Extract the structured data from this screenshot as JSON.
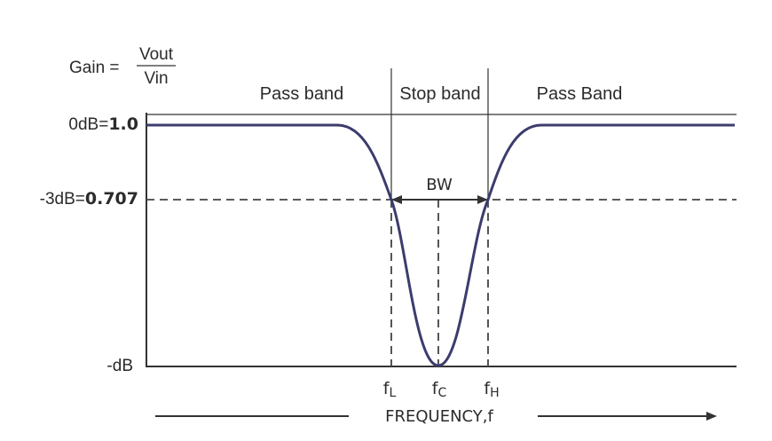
{
  "gain": {
    "label": "Gain =",
    "numerator": "Vout",
    "denominator": "Vin"
  },
  "regions": {
    "left": "Pass band",
    "middle": "Stop band",
    "right": "Pass Band"
  },
  "y_labels": {
    "top": {
      "prefix": "0dB=",
      "value": "1.0"
    },
    "mid": {
      "prefix": "-3dB=",
      "value": "0.707"
    },
    "bottom": {
      "prefix": "-dB"
    }
  },
  "bandwidth_label": "BW",
  "freq_markers": [
    {
      "base": "f",
      "sub": "L"
    },
    {
      "base": "f",
      "sub": "C"
    },
    {
      "base": "f",
      "sub": "H"
    }
  ],
  "x_axis_label": "FREQUENCY,f"
}
